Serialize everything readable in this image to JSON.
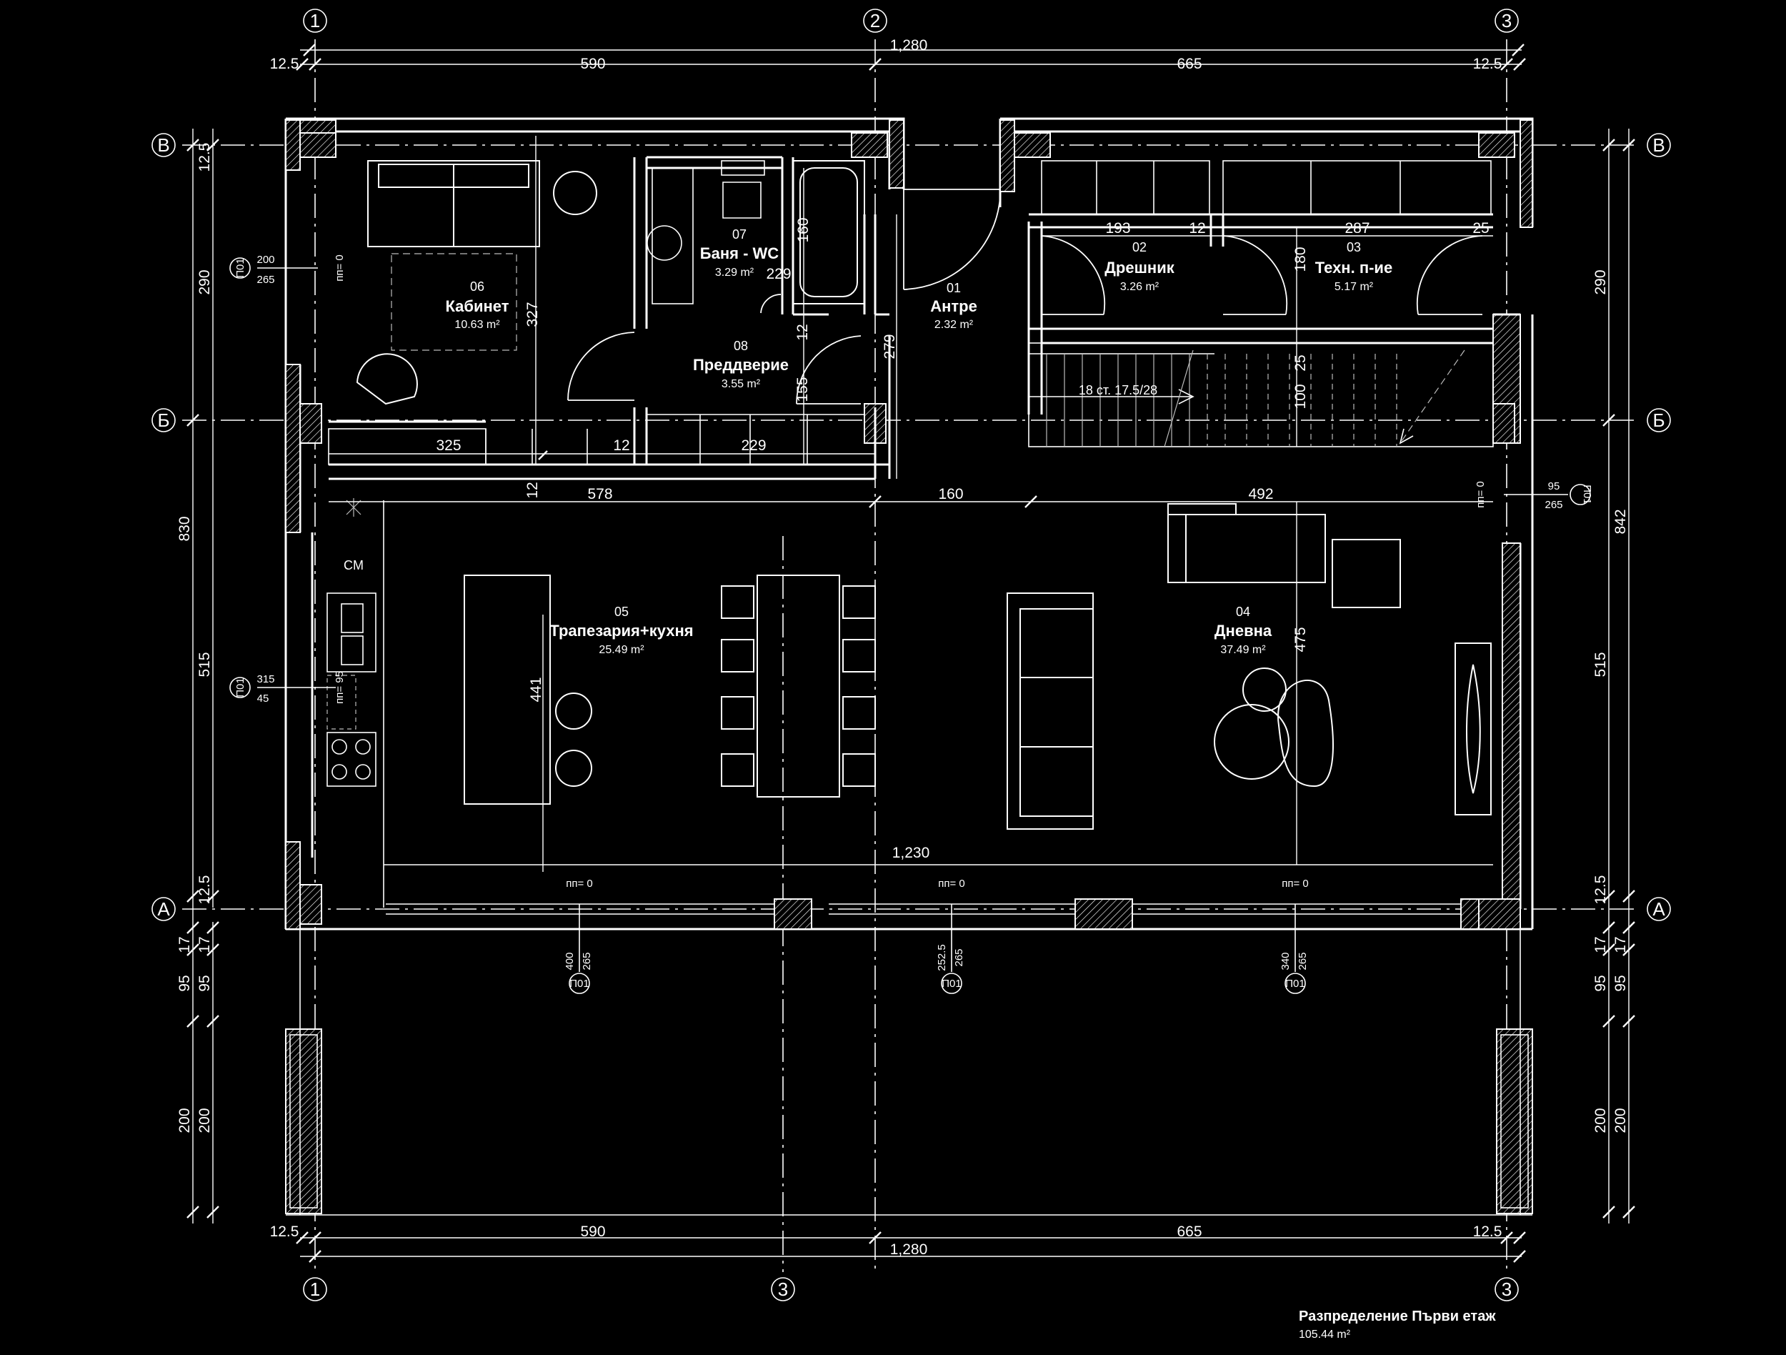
{
  "axes": {
    "top": [
      "1",
      "2",
      "3"
    ],
    "bottom": [
      "1",
      "3",
      "3"
    ],
    "left": [
      "В",
      "Б",
      "А"
    ],
    "right": [
      "В",
      "Б",
      "А"
    ]
  },
  "dimensions": {
    "top_total": "1,280",
    "top_left_edge": "12.5",
    "top_span_1": "590",
    "top_span_2": "665",
    "top_right_edge": "12.5",
    "bottom_total": "1,280",
    "bottom_left_edge": "12.5",
    "bottom_span_1": "590",
    "bottom_span_2": "665",
    "bottom_right_edge": "12.5",
    "left_outer": [
      "12.5",
      "290",
      "830",
      "515",
      "12.5",
      "17",
      "95",
      "200"
    ],
    "left_inner": [
      "17",
      "95",
      "200"
    ],
    "right_outer": [
      "290",
      "842",
      "515",
      "12.5",
      "17",
      "95",
      "200"
    ],
    "right_inner": [
      "17",
      "95",
      "200"
    ],
    "interior": [
      "325",
      "12",
      "229",
      "12",
      "578",
      "160",
      "492",
      "193",
      "12",
      "287",
      "25",
      "180",
      "25",
      "100",
      "327",
      "160",
      "229",
      "12",
      "279",
      "155",
      "475",
      "441",
      "1,230"
    ]
  },
  "windows": [
    {
      "label": "200",
      "height": "265",
      "tag": "П01",
      "sill": "пп= 0"
    },
    {
      "label": "315",
      "height": "45",
      "tag": "П01",
      "sill": "пп= 95"
    },
    {
      "label": "95",
      "height": "265",
      "tag": "П01",
      "sill": "пп= 0"
    },
    {
      "label": "400",
      "height": "265",
      "tag": "П01",
      "sill": "пп= 0"
    },
    {
      "label": "252.5",
      "height": "265",
      "tag": "П01",
      "sill": "пп= 0"
    },
    {
      "label": "340",
      "height": "265",
      "tag": "П01",
      "sill": "пп= 0"
    }
  ],
  "rooms": [
    {
      "num": "01",
      "name": "Антре",
      "area": "2.32 m²"
    },
    {
      "num": "02",
      "name": "Дрешник",
      "area": "3.26 m²"
    },
    {
      "num": "03",
      "name": "Техн. п-ие",
      "area": "5.17 m²"
    },
    {
      "num": "04",
      "name": "Дневна",
      "area": "37.49 m²"
    },
    {
      "num": "05",
      "name": "Трапезария+кухня",
      "area": "25.49 m²"
    },
    {
      "num": "06",
      "name": "Кабинет",
      "area": "10.63 m²"
    },
    {
      "num": "07",
      "name": "Баня - WC",
      "area": "3.29 m²"
    },
    {
      "num": "08",
      "name": "Преддверие",
      "area": "3.55 m²"
    }
  ],
  "stairs": "18 ст. 17.5/28",
  "appliance": "CM",
  "title": "Разпределение Първи етаж",
  "total_area": "105.44 m²",
  "colors": {
    "background": "#000000",
    "lines": "#ffffff"
  }
}
